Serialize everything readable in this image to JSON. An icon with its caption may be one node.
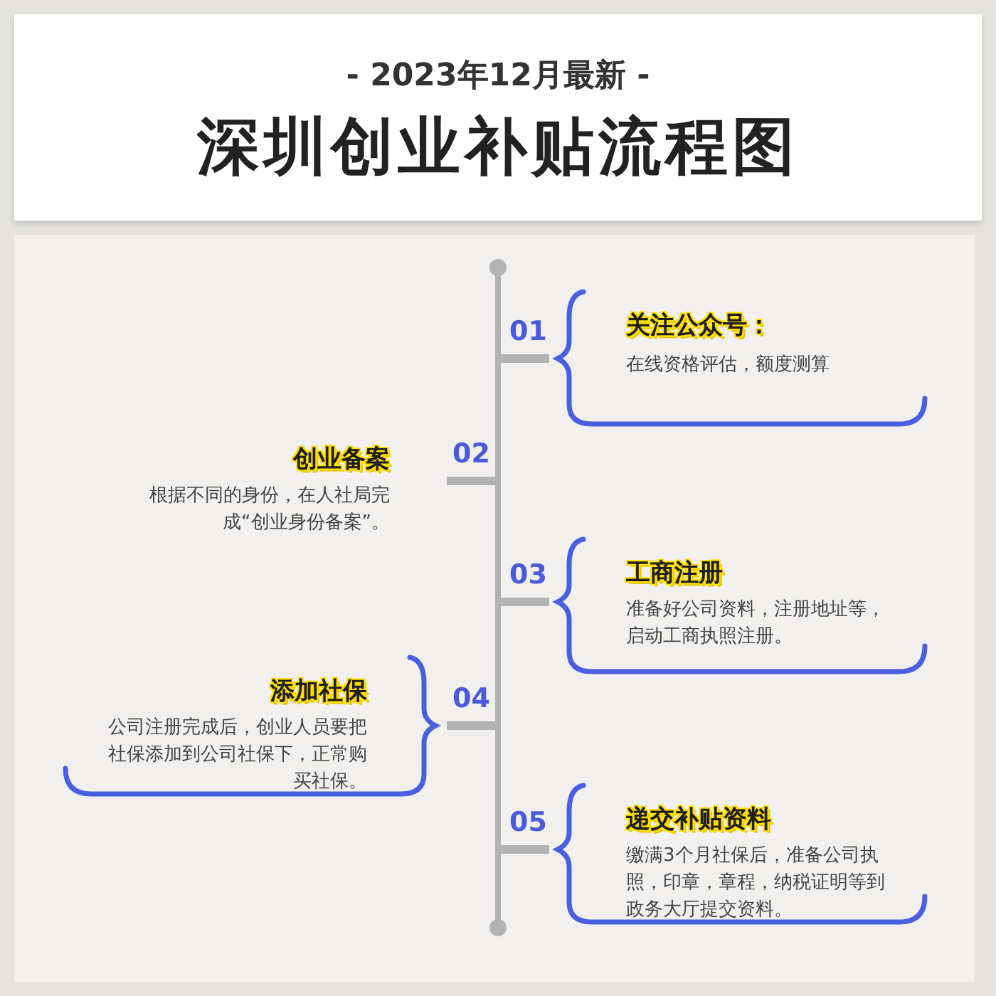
{
  "diagram": {
    "title": "深圳创业补贴流程图",
    "nodes": [
      {
        "text": [
          "关注公众号：",
          "在线资格评估，额度测算"
        ],
        "beside": [
          "01"
        ]
      },
      {
        "text": [
          "创业备案",
          "根据不同的身份，在人社局完成“创业身份备案”。"
        ],
        "beside": [
          "02"
        ]
      },
      {
        "text": [
          "工商注册",
          "准备好公司资料，注册地址等，启动工商执照注册。"
        ],
        "beside": [
          "03"
        ]
      },
      {
        "text": [
          "添加社保",
          "公司注册完成后，创业人员要把社保添加到公司社保下，正常购买社保。"
        ],
        "beside": [
          "04"
        ]
      },
      {
        "text": [
          "递交补贴资料",
          "缴满3个月社保后，准备公司执照，印章，章程，纳税证明等到政务大厅提交资料。"
        ],
        "beside": [
          "05"
        ]
      }
    ],
    "labels": [
      "- 2023年12月最新 -"
    ]
  }
}
